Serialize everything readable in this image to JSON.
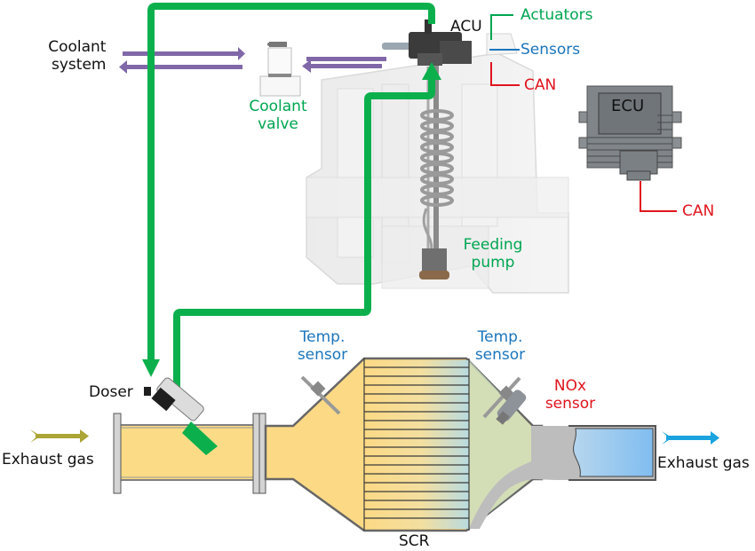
{
  "colors": {
    "dosing_line": "#0bb04d",
    "coolant": "#8068a8",
    "exhaust_in_arrow": "#aaa535",
    "exhaust_out_arrow": "#1aa3de",
    "actuators": "#00a651",
    "sensors": "#1b75bc",
    "can": "#e0141e",
    "hot_gas": "#fde08a",
    "clean_gas": "#8cc2f0"
  },
  "labels": {
    "coolant_system": [
      "Coolant",
      "system"
    ],
    "coolant_valve": [
      "Coolant",
      "valve"
    ],
    "acu": "ACU",
    "actuators": "Actuators",
    "sensors": "Sensors",
    "acu_can": "CAN",
    "ecu": "ECU",
    "ecu_can": "CAN",
    "feeding_pump": [
      "Feeding",
      "pump"
    ],
    "doser": "Doser",
    "exhaust_in": "Exhaust gas",
    "exhaust_out": "Exhaust gas",
    "temp_sensor_1": [
      "Temp.",
      "sensor"
    ],
    "temp_sensor_2": [
      "Temp.",
      "sensor"
    ],
    "nox_sensor": [
      "NOx",
      "sensor"
    ],
    "scr": "SCR"
  }
}
